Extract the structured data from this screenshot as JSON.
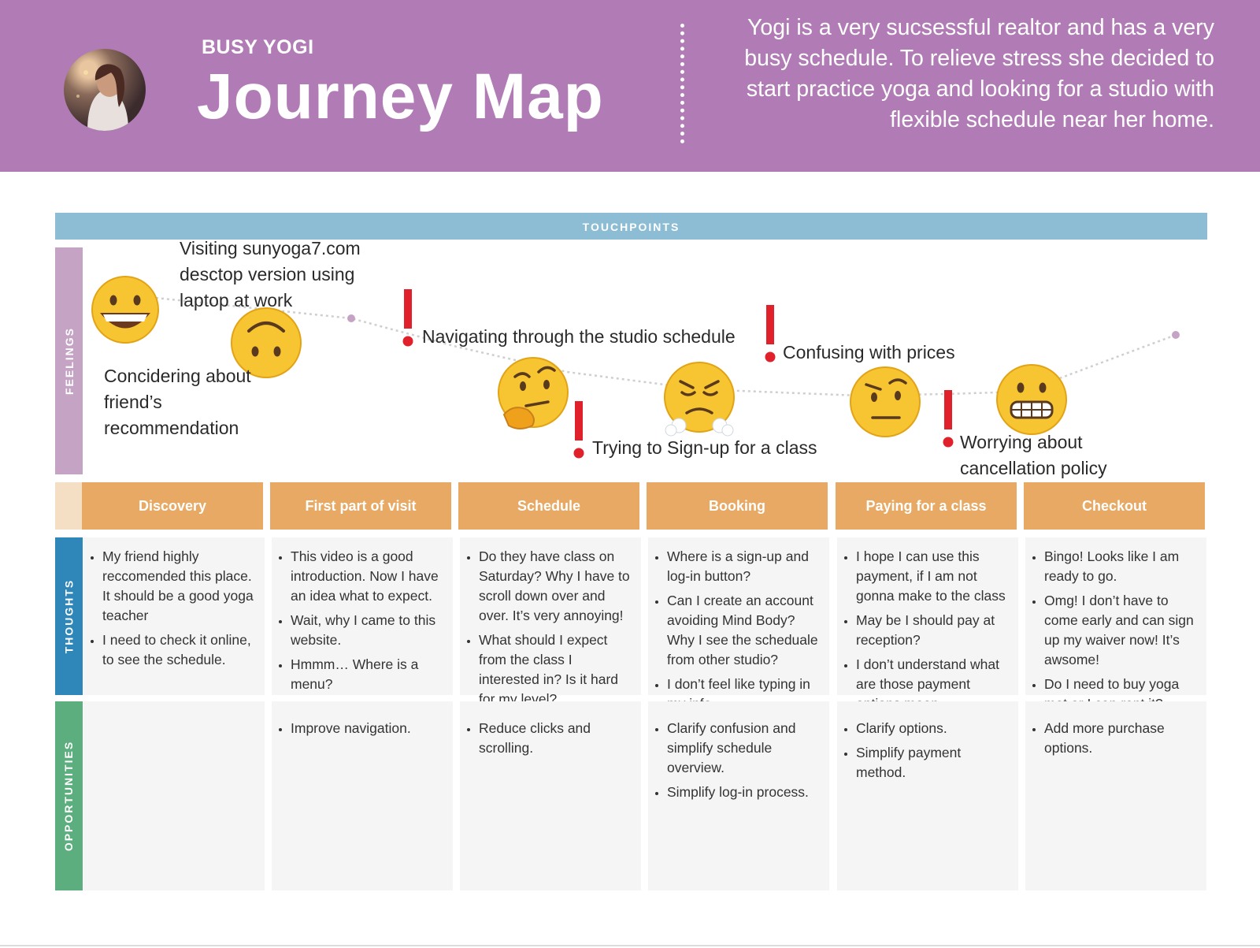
{
  "header": {
    "persona": "BUSY YOGI",
    "title": "Journey Map",
    "intro": "Yogi is a very sucsessful realtor and has a very busy schedule. To relieve stress she decided to start practice yoga and looking for a studio with flexible schedule near her home."
  },
  "touchpoints_label": "TOUCHPOINTS",
  "row_labels": {
    "feelings": "FEELINGS",
    "thoughts": "THOUGHTS",
    "opportunities": "OPPORTUNITIES"
  },
  "touchpoints": [
    "Visiting sunyoga7.com desctop version using laptop at work",
    "Concidering about friend’s recommendation",
    "Navigating through the studio schedule",
    "Trying to Sign-up for a class",
    "Confusing with prices",
    "Worrying about cancellation policy"
  ],
  "feelings": [
    {
      "face": "grinning-face-icon"
    },
    {
      "face": "upside-down-face-icon"
    },
    {
      "face": "thinking-face-icon"
    },
    {
      "face": "steam-from-nose-face-icon"
    },
    {
      "face": "raised-eyebrow-face-icon"
    },
    {
      "face": "grimacing-face-icon"
    }
  ],
  "stages": [
    "Discovery",
    "First part of visit",
    "Schedule",
    "Booking",
    "Paying for a class",
    "Checkout"
  ],
  "thoughts": [
    [
      "My friend highly reccomended this place. It should be a good yoga teacher",
      "I need to check it online, to see the schedule."
    ],
    [
      "This video is a good introduction. Now I have an idea what to expect.",
      "Wait, why I came to this website.",
      "Hmmm… Where is a menu?"
    ],
    [
      "Do they have class on Saturday? Why I have to scroll down over and over. It’s very annoying!",
      "What should I expect from the class I interested in? Is it hard for my level?"
    ],
    [
      "Where is a sign-up and log-in button?",
      "Can I create an account avoiding Mind Body? Why I see the scheduale from other studio?",
      "I don’t feel like typing in my info."
    ],
    [
      "I hope I can use this payment, if I am not gonna make to the class",
      "May be I should pay at reception?",
      "I don’t understand what are those payment options mean."
    ],
    [
      "Bingo! Looks like I am ready to go.",
      "Omg! I don’t have to come early and can sign up my waiver now! It’s awsome!",
      "Do I need to buy yoga mat or I can rent it?"
    ]
  ],
  "opportunities": [
    [],
    [
      "Improve navigation."
    ],
    [
      "Reduce clicks and scrolling."
    ],
    [
      "Clarify confusion and simplify schedule overview.",
      "Simplify log-in process."
    ],
    [
      "Clarify options.",
      "Simplify payment method."
    ],
    [
      "Add more purchase options."
    ]
  ],
  "colors": {
    "header": "#b17cb6",
    "touchpoints": "#8dbdd4",
    "stage": "#e7a963",
    "feelings_label": "#c5a3c5",
    "thoughts_label": "#2f86b8",
    "opportunities_label": "#5cae7e",
    "alert": "#e0202a",
    "emoji": "#f7c531"
  }
}
